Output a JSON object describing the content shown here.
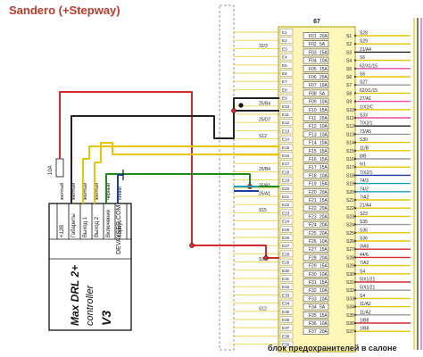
{
  "title": "Sandero (+Stepway)",
  "block_number": "67",
  "caption": "блок предохранителей в салоне",
  "controller": {
    "name_line1": "Max DRL 2+",
    "name_line2": "controller",
    "version": "V3",
    "site": "DEVAYSER.COM",
    "fuse_label": "10A",
    "pins": [
      {
        "label": "+12В",
        "wire": "желтый",
        "color": "#d42a2a"
      },
      {
        "label": "Габариты",
        "wire": "желтый",
        "color": "#222222"
      },
      {
        "label": "Выход 1",
        "wire": "желтый",
        "color": "#e8c600"
      },
      {
        "label": "Выход 2",
        "wire": "желтый",
        "color": "#e8c600"
      },
      {
        "label": "Включение",
        "wire": "черный",
        "color": "#1f8a1f"
      },
      {
        "label": "Корпус",
        "wire": "синий",
        "color": "#1b3fa0"
      }
    ]
  },
  "fuses": [
    {
      "f": "F01",
      "a": "20A",
      "s": "S1",
      "w": "S28"
    },
    {
      "f": "F02",
      "a": "5A",
      "s": "S2",
      "w": "S29"
    },
    {
      "f": "F03",
      "a": "15A",
      "s": "S3",
      "w": "21/A4"
    },
    {
      "f": "F04",
      "a": "10A",
      "s": "S4",
      "w": "S6"
    },
    {
      "f": "F05",
      "a": "15A",
      "s": "S5",
      "w": "62/X1/15"
    },
    {
      "f": "F06",
      "a": "20A",
      "s": "S6",
      "w": "S6"
    },
    {
      "f": "F07",
      "a": "10A",
      "s": "S7",
      "w": "S27"
    },
    {
      "f": "F08",
      "a": "5A",
      "s": "S8",
      "w": "62/X1/15"
    },
    {
      "f": "F09",
      "a": "10A",
      "s": "S9",
      "w": "27/A1"
    },
    {
      "f": "F10",
      "a": "15A",
      "s": "S10",
      "w": "1/X2/C"
    },
    {
      "f": "F11",
      "a": "20A",
      "s": "S11",
      "w": "S33"
    },
    {
      "f": "F12",
      "a": "10A",
      "s": "S12",
      "w": "7/X2/1"
    },
    {
      "f": "F13",
      "a": "10A",
      "s": "S13",
      "w": "73/A5"
    },
    {
      "f": "F14",
      "a": "10A",
      "s": "S14",
      "w": "S30"
    },
    {
      "f": "F15",
      "a": "15A",
      "s": "S15",
      "w": "11/B"
    },
    {
      "f": "F16",
      "a": "15A",
      "s": "S16",
      "w": "8/B"
    },
    {
      "f": "F17",
      "a": "15A",
      "s": "S17",
      "w": "6/1"
    },
    {
      "f": "F18",
      "a": "10A",
      "s": "S18",
      "w": "7/X2/1"
    },
    {
      "f": "F19",
      "a": "15A",
      "s": "S19",
      "w": "74/3"
    },
    {
      "f": "F20",
      "a": "20A",
      "s": "S20",
      "w": "74/2"
    },
    {
      "f": "F21",
      "a": "15A",
      "s": "S21",
      "w": "7/A2"
    },
    {
      "f": "F22",
      "a": "20A",
      "s": "S22",
      "w": "21/A4"
    },
    {
      "f": "F23",
      "a": "20A",
      "s": "S23",
      "w": "S23"
    },
    {
      "f": "F24",
      "a": "20A",
      "s": "S24",
      "w": "S35"
    },
    {
      "f": "F25",
      "a": "20A",
      "s": "S25",
      "w": "S36"
    },
    {
      "f": "F26",
      "a": "10A",
      "s": "S26",
      "w": "S36"
    },
    {
      "f": "F27",
      "a": "15A",
      "s": "S27",
      "w": "3/A5"
    },
    {
      "f": "F28",
      "a": "20A",
      "s": "S28",
      "w": "44/6"
    },
    {
      "f": "F29",
      "a": "15A",
      "s": "S29",
      "w": "7/A2"
    },
    {
      "f": "F30",
      "a": "10A",
      "s": "S30",
      "w": "S4"
    },
    {
      "f": "F31",
      "a": "15A",
      "s": "S31",
      "w": "5/X1/21"
    },
    {
      "f": "F32",
      "a": "10A",
      "s": "S32",
      "w": "5/X1/21"
    },
    {
      "f": "F33",
      "a": "10A",
      "s": "S33",
      "w": "S4"
    },
    {
      "f": "F34",
      "a": "5A",
      "s": "S34",
      "w": "11/A2"
    },
    {
      "f": "F35",
      "a": "15A",
      "s": "S35",
      "w": "11/A2"
    },
    {
      "f": "F36",
      "a": "10A",
      "s": "S36",
      "w": "1/B8"
    },
    {
      "f": "F37",
      "a": "20A",
      "s": "S37",
      "w": "1/B8"
    }
  ],
  "left_labels": [
    {
      "row": 2,
      "text": "32/3"
    },
    {
      "row": 9,
      "text": "25/B4"
    },
    {
      "row": 11,
      "text": "25/D7"
    },
    {
      "row": 13,
      "text": "S12"
    },
    {
      "row": 17,
      "text": "25/B4"
    },
    {
      "row": 19,
      "text": "25/B1"
    },
    {
      "row": 20,
      "text": "25/A1"
    },
    {
      "row": 22,
      "text": "S15"
    },
    {
      "row": 28,
      "text": "S9"
    },
    {
      "row": 34,
      "text": "S12"
    }
  ],
  "e_labels": [
    "E1",
    "E2",
    "E3",
    "E4",
    "E5",
    "E6",
    "E7",
    "E8",
    "E9",
    "E10",
    "E11",
    "E12",
    "E13",
    "E14",
    "E15",
    "E16",
    "E17",
    "E18",
    "E19",
    "E20",
    "E21",
    "E22",
    "E23",
    "E24",
    "E25",
    "E26",
    "E27",
    "E28",
    "E29",
    "E30",
    "E31",
    "E32",
    "E33",
    "E34",
    "E35",
    "E36",
    "E37",
    "E38",
    "E39"
  ]
}
